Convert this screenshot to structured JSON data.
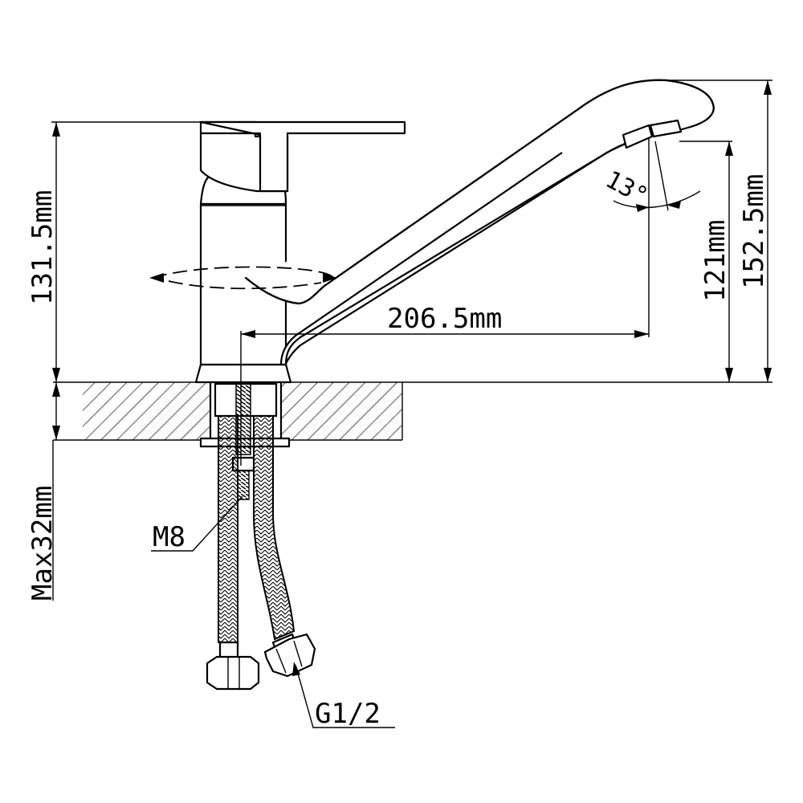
{
  "dimensions": {
    "total_height": "152.5mm",
    "body_height": "131.5mm",
    "spout_height": "121mm",
    "spout_reach": "206.5mm",
    "spout_angle": "13°",
    "max_counter_thickness": "Max32mm"
  },
  "callouts": {
    "stud_thread": "M8",
    "hose_thread": "G1/2"
  },
  "colors": {
    "line": "#000000",
    "background": "#ffffff"
  }
}
